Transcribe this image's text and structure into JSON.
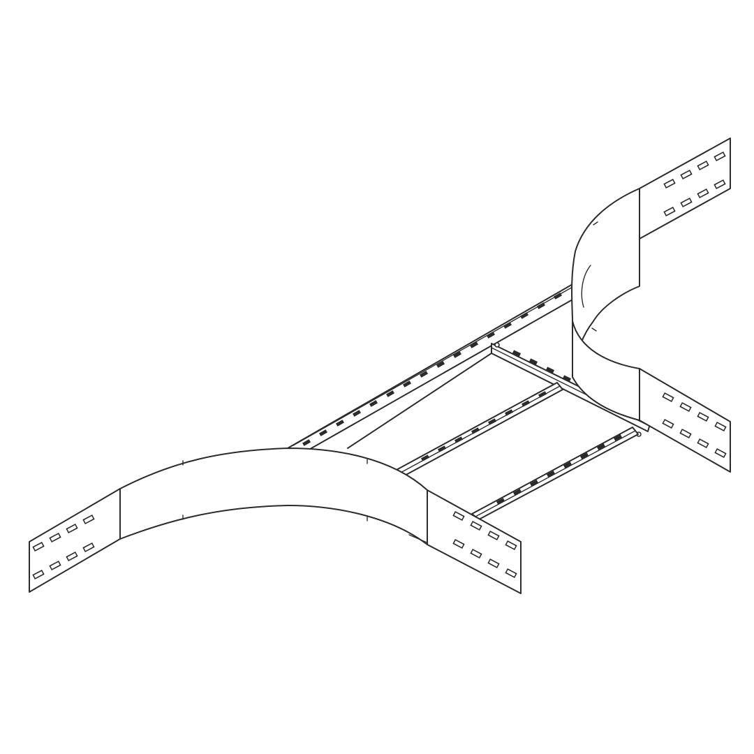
{
  "drawing": {
    "subject": "cable-ladder-tee",
    "colors": {
      "background": "#ffffff",
      "line": "#2b2b2b"
    },
    "rung_count": 3,
    "fishplate_hole_rows": 2,
    "fishplate_hole_columns": 4
  }
}
